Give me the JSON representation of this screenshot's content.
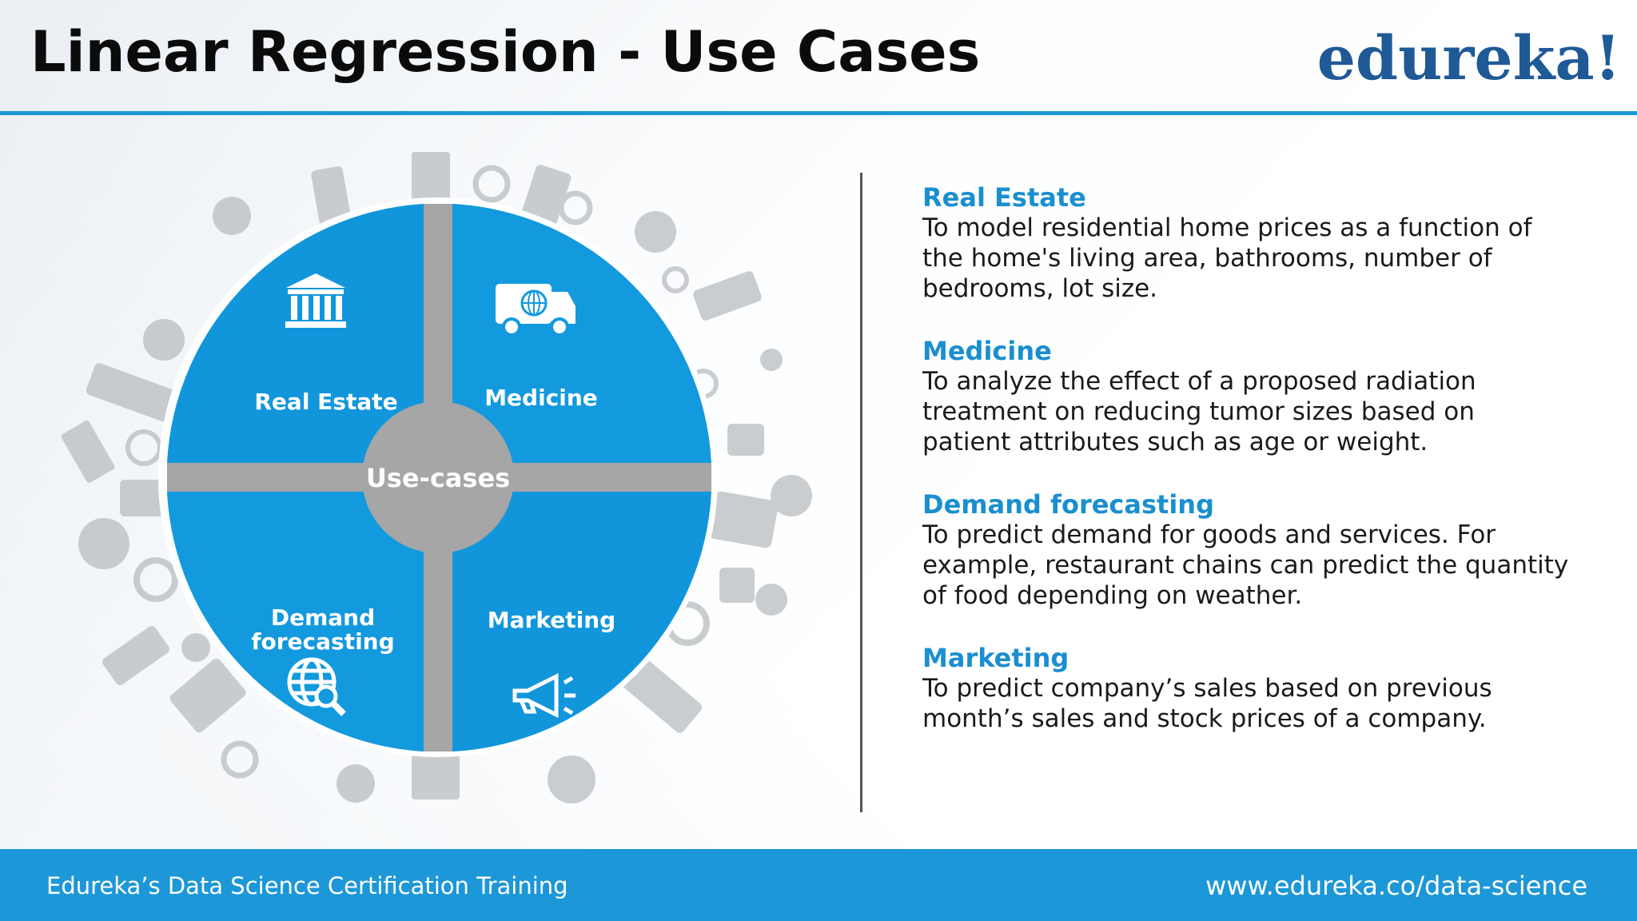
{
  "header": {
    "title": "Linear Regression - Use Cases",
    "logo": "edureka!"
  },
  "hub": {
    "center_label": "Use-cases",
    "quadrants": [
      {
        "label": "Real Estate",
        "icon": "bank-building-icon"
      },
      {
        "label": "Medicine",
        "icon": "ambulance-icon"
      },
      {
        "label": "Demand",
        "label2": "forecasting",
        "icon": "globe-search-icon"
      },
      {
        "label": "Marketing",
        "icon": "megaphone-icon"
      }
    ]
  },
  "use_cases": [
    {
      "title": "Real Estate",
      "lines": [
        "To model residential home prices as a function of",
        "the home's living area, bathrooms, number of",
        "bedrooms, lot size."
      ]
    },
    {
      "title": "Medicine",
      "lines": [
        "To analyze the effect of a proposed radiation",
        "treatment on reducing tumor sizes based on",
        "patient attributes such as age or weight."
      ]
    },
    {
      "title": "Demand forecasting",
      "lines": [
        "To predict demand for goods and services. For",
        "example, restaurant chains can predict the quantity",
        "of food depending on weather."
      ]
    },
    {
      "title": "Marketing",
      "lines": [
        "To predict company’s sales based on previous",
        "month’s sales and stock prices of a company."
      ]
    }
  ],
  "footer": {
    "left": "Edureka’s Data Science Certification Training",
    "right": "www.edureka.co/data-science"
  },
  "colors": {
    "accent": "#1c97d8",
    "quadrant": "#1196dc",
    "hub_grey": "#a6a6a6",
    "title_blue": "#1a8fcf",
    "logo_blue": "#1f5a97"
  }
}
